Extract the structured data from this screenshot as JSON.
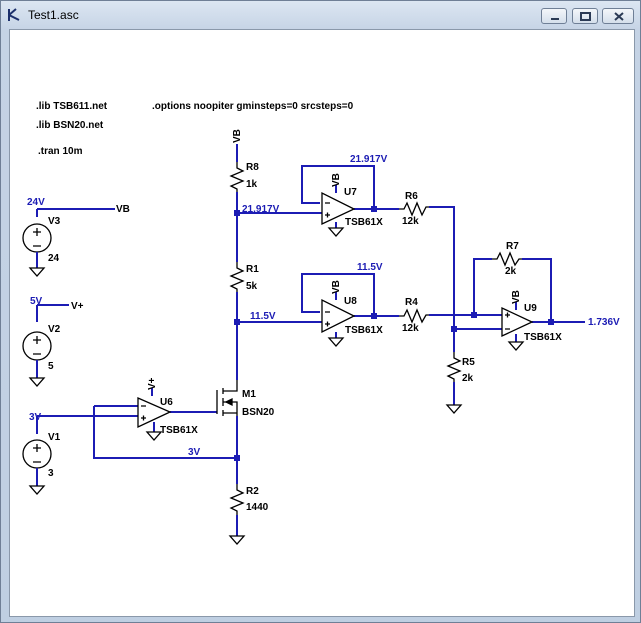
{
  "window": {
    "title": "Test1.asc"
  },
  "directives": {
    "lib1": ".lib TSB611.net",
    "lib2": ".lib BSN20.net",
    "options": ".options noopiter gminsteps=0 srcsteps=0",
    "tran": ".tran 10m"
  },
  "components": {
    "v3": {
      "name": "V3",
      "value": "24"
    },
    "v2": {
      "name": "V2",
      "value": "5"
    },
    "v1": {
      "name": "V1",
      "value": "3"
    },
    "r8": {
      "name": "R8",
      "value": "1k"
    },
    "r1": {
      "name": "R1",
      "value": "5k"
    },
    "r2": {
      "name": "R2",
      "value": "1440"
    },
    "m1": {
      "name": "M1",
      "value": "BSN20"
    },
    "u6": {
      "name": "U6",
      "value": "TSB61X"
    },
    "u7": {
      "name": "U7",
      "value": "TSB61X"
    },
    "u8": {
      "name": "U8",
      "value": "TSB61X"
    },
    "u9": {
      "name": "U9",
      "value": "TSB61X"
    },
    "r6": {
      "name": "R6",
      "value": "12k"
    },
    "r4": {
      "name": "R4",
      "value": "12k"
    },
    "r7": {
      "name": "R7",
      "value": "2k"
    },
    "r5": {
      "name": "R5",
      "value": "2k"
    }
  },
  "nets": {
    "vb": "VB",
    "vplus": "V+",
    "v24": "24V",
    "v5": "5V",
    "v3": "3V",
    "v3_node": "3V",
    "n21917_a": "21.917V",
    "n21917_b": "21.917V",
    "n115_a": "11.5V",
    "n115_b": "11.5V",
    "out": "1.736V"
  },
  "supply_pins": {
    "u7": "VB",
    "u8": "VB",
    "u9": "VB",
    "u6": "V+"
  },
  "colors": {
    "wire": "#1c1cb4",
    "component": "#000000",
    "net_label": "#1c1cb4"
  }
}
